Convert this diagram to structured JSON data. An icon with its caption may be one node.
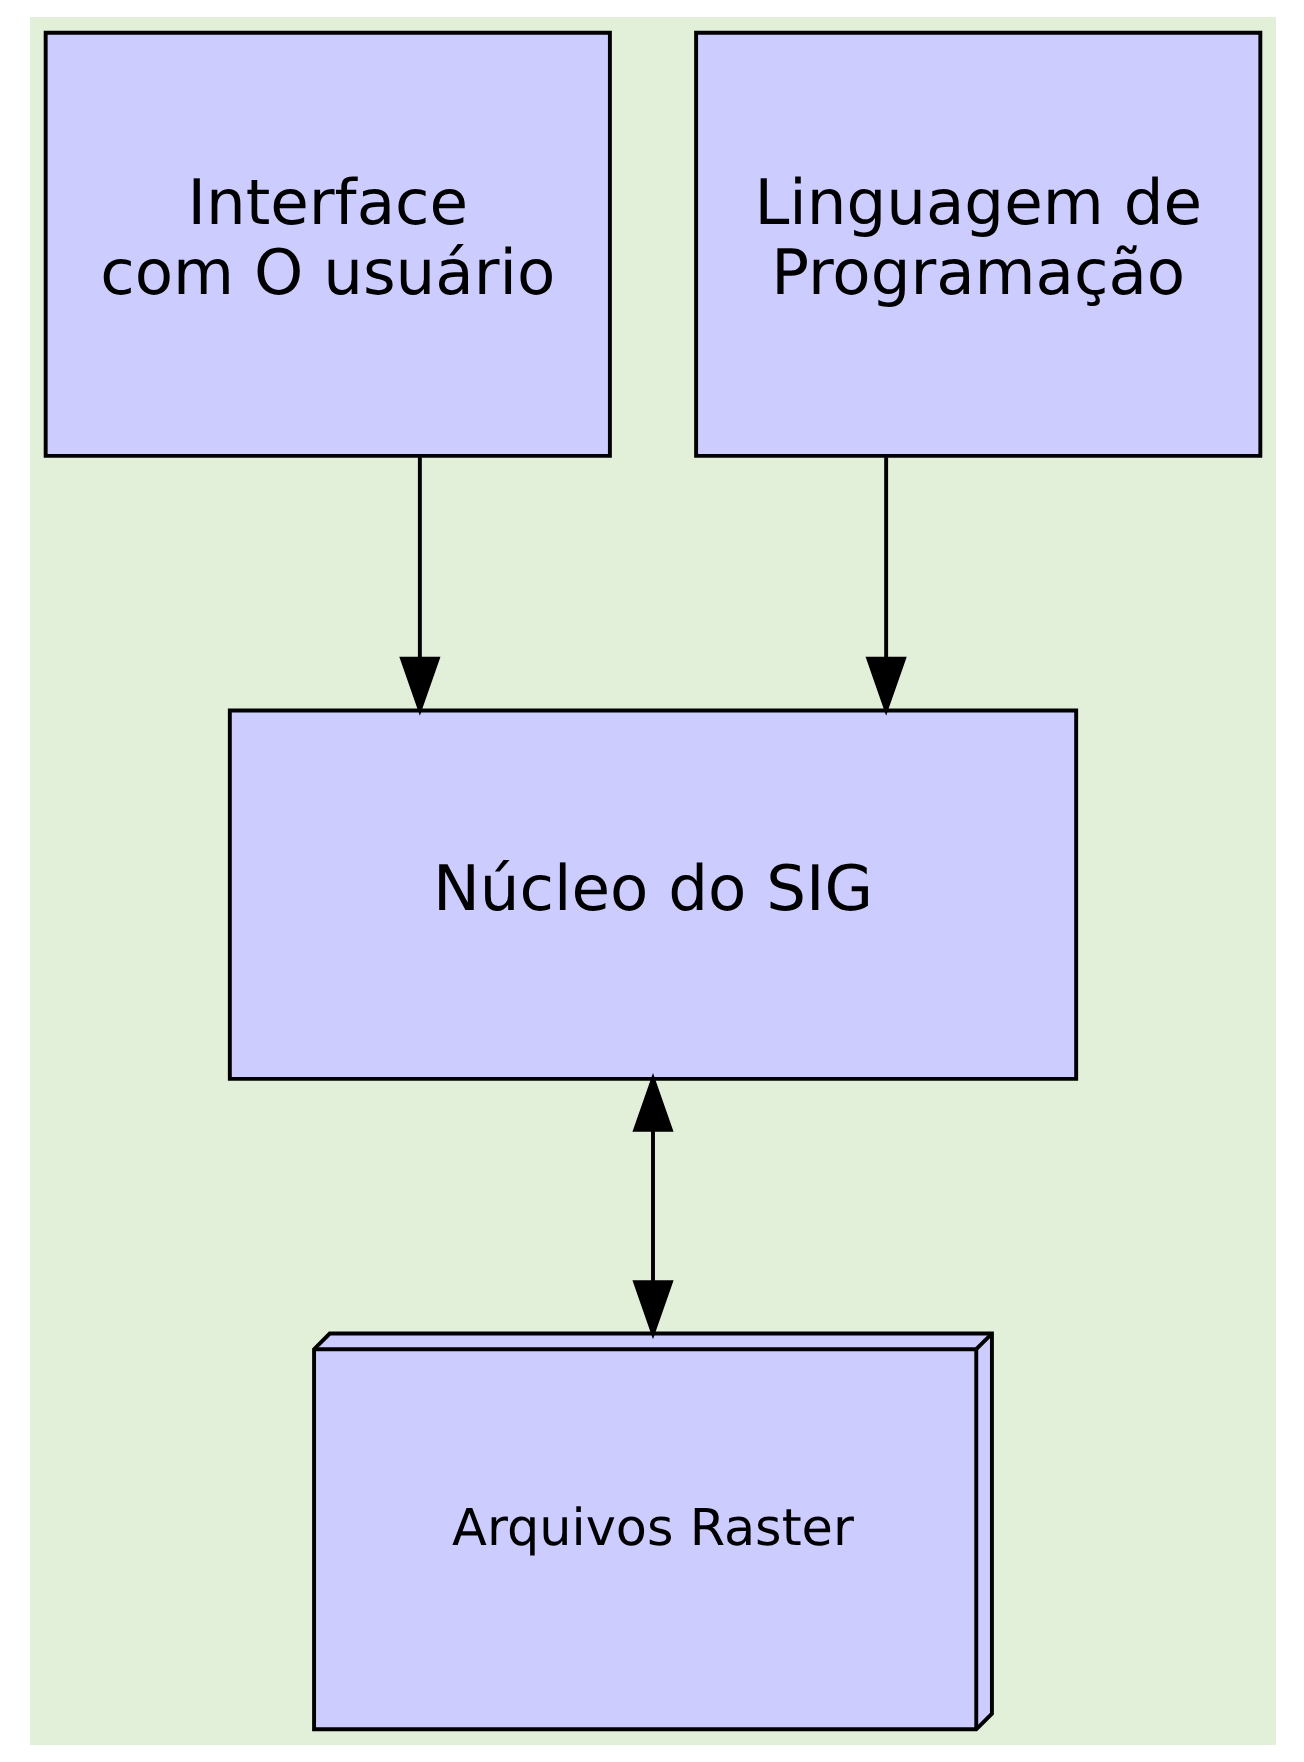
{
  "diagram": {
    "nodes": [
      {
        "text": [
          "Interface com O usuário"
        ]
      },
      {
        "text": [
          "Linguagem de Programação"
        ]
      },
      {
        "text": [
          "Núcleo do SIG"
        ]
      },
      {
        "text": [
          "Arquivos Raster"
        ]
      }
    ],
    "edges": [
      {
        "from": 0,
        "to": 2,
        "arrow": "to"
      },
      {
        "from": 1,
        "to": 2,
        "arrow": "to"
      },
      {
        "from": 2,
        "to": 3,
        "arrow": "both"
      }
    ]
  }
}
